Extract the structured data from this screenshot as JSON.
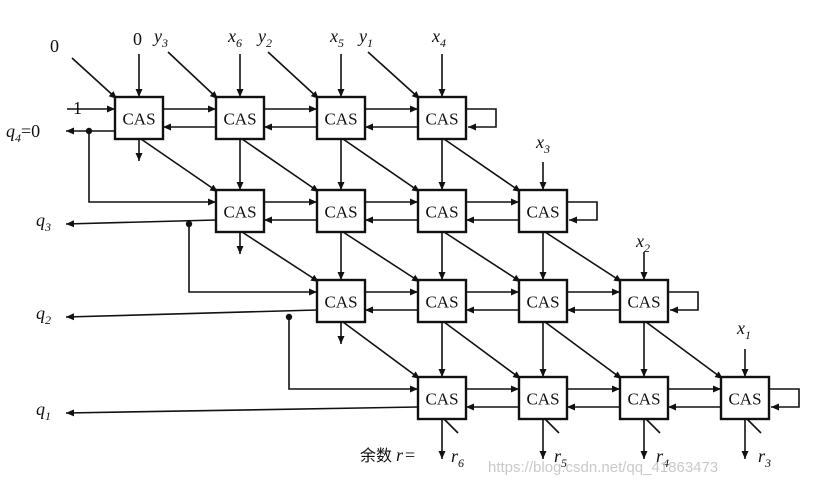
{
  "cell": {
    "label": "CAS"
  },
  "top_inputs": {
    "zero_diag": "0",
    "zero_top": "0",
    "y3": "y",
    "y3_sub": "3",
    "x6": "x",
    "x6_sub": "6",
    "y2": "y",
    "y2_sub": "2",
    "x5": "x",
    "x5_sub": "5",
    "y1": "y",
    "y1_sub": "1",
    "x4": "x",
    "x4_sub": "4"
  },
  "side_inputs": {
    "one": "1",
    "x3": "x",
    "x3_sub": "3",
    "x2": "x",
    "x2_sub": "2",
    "x1": "x",
    "x1_sub": "1"
  },
  "quotients": {
    "q4": "q",
    "q4_sub": "4",
    "q4_eq": "=0",
    "q3": "q",
    "q3_sub": "3",
    "q2": "q",
    "q2_sub": "2",
    "q1": "q",
    "q1_sub": "1"
  },
  "remainder": {
    "prefix": "余数",
    "var": "r",
    "eq": "=",
    "r6": "r",
    "r6_sub": "6",
    "r5": "r",
    "r5_sub": "5",
    "r4": "r",
    "r4_sub": "4",
    "r3": "r",
    "r3_sub": "3"
  },
  "watermark": "https://blog.csdn.net/qq_41863473"
}
